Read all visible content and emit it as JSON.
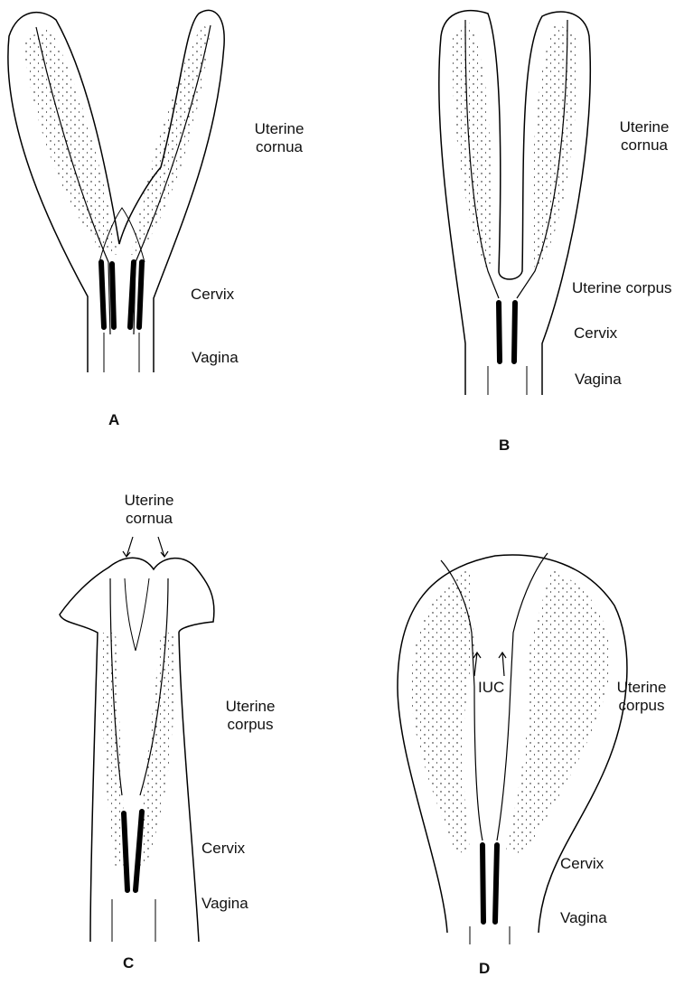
{
  "panels": [
    {
      "letter": "A",
      "labels": {
        "cornua": [
          "Uterine",
          "cornua"
        ],
        "cervix": "Cervix",
        "vagina": "Vagina"
      }
    },
    {
      "letter": "B",
      "labels": {
        "cornua": [
          "Uterine",
          "cornua"
        ],
        "corpus": "Uterine corpus",
        "cervix": "Cervix",
        "vagina": "Vagina"
      }
    },
    {
      "letter": "C",
      "labels": {
        "cornua": [
          "Uterine",
          "cornua"
        ],
        "corpus": [
          "Uterine",
          "corpus"
        ],
        "cervix": "Cervix",
        "vagina": "Vagina"
      }
    },
    {
      "letter": "D",
      "labels": {
        "iuc": "IUC",
        "corpus": [
          "Uterine",
          "corpus"
        ],
        "cervix": "Cervix",
        "vagina": "Vagina"
      }
    }
  ]
}
